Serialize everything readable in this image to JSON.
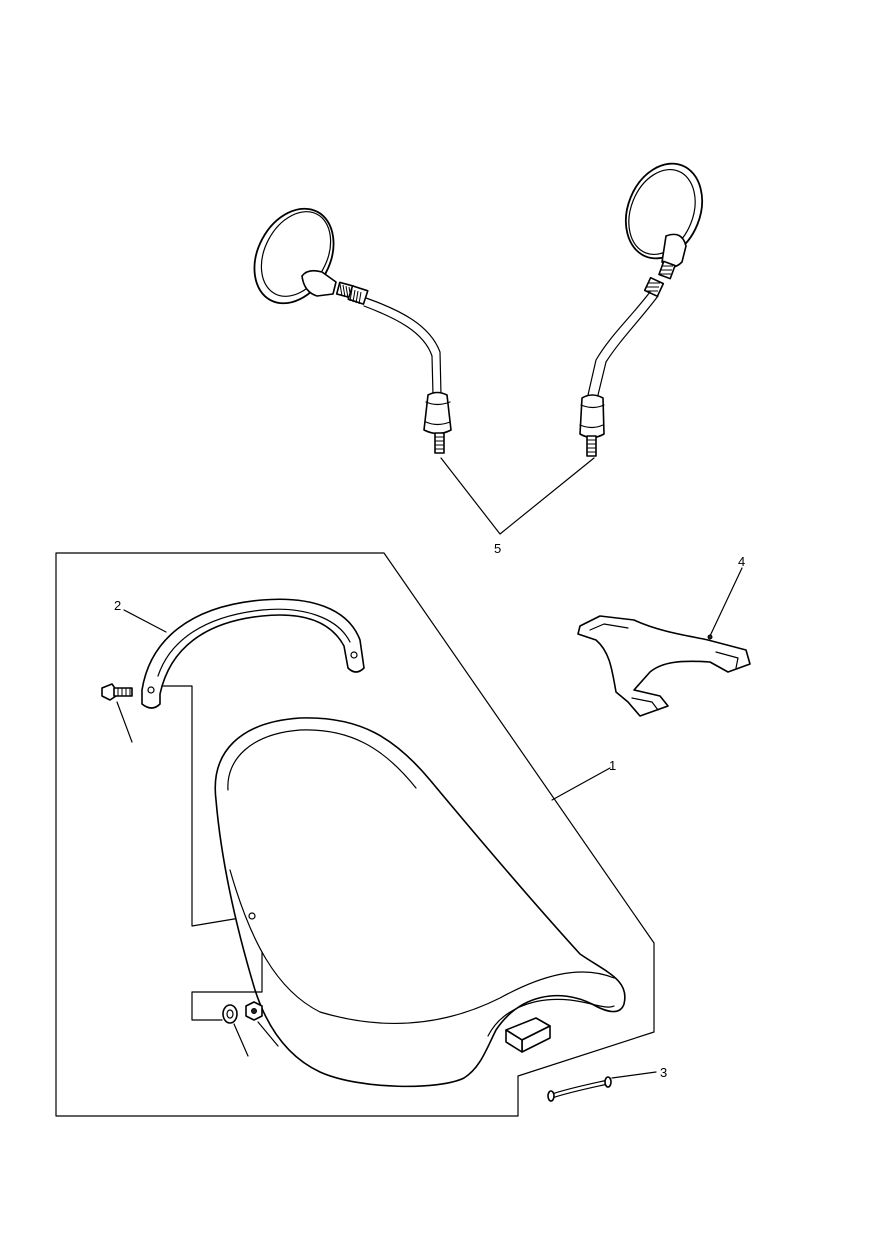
{
  "callouts": [
    {
      "id": "1",
      "label": "1",
      "part": "seat"
    },
    {
      "id": "2",
      "label": "2",
      "part": "grab-rail"
    },
    {
      "id": "3",
      "label": "3",
      "part": "seat-strap"
    },
    {
      "id": "4",
      "label": "4",
      "part": "seat-bracket"
    },
    {
      "id": "5",
      "label": "5",
      "part": "mirrors"
    }
  ]
}
